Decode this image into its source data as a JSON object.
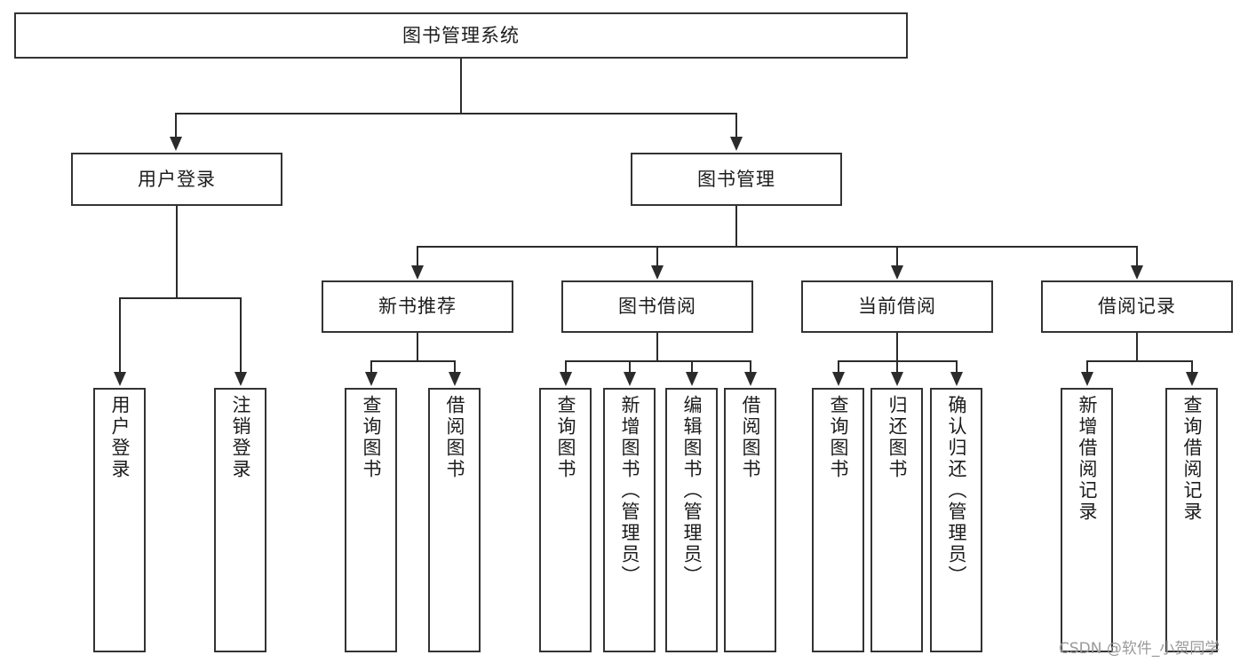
{
  "diagram": {
    "title": "图书管理系统",
    "type": "tree",
    "root": {
      "label": "图书管理系统"
    },
    "level2": [
      {
        "label": "用户登录"
      },
      {
        "label": "图书管理"
      }
    ],
    "level3": [
      {
        "label": "新书推荐"
      },
      {
        "label": "图书借阅"
      },
      {
        "label": "当前借阅"
      },
      {
        "label": "借阅记录"
      }
    ],
    "leaves": {
      "user_login": [
        {
          "label": "用户登录"
        },
        {
          "label": "注销登录"
        }
      ],
      "new_book_recommend": [
        {
          "label": "查询图书"
        },
        {
          "label": "借阅图书"
        }
      ],
      "book_borrow": [
        {
          "label": "查询图书"
        },
        {
          "label": "新增图书（管理员）"
        },
        {
          "label": "编辑图书（管理员）"
        },
        {
          "label": "借阅图书"
        }
      ],
      "current_borrow": [
        {
          "label": "查询图书"
        },
        {
          "label": "归还图书"
        },
        {
          "label": "确认归还（管理员）"
        }
      ],
      "borrow_record": [
        {
          "label": "新增借阅记录"
        },
        {
          "label": "查询借阅记录"
        }
      ]
    }
  },
  "watermark": {
    "text": "CSDN @软件_小贺同学"
  },
  "colors": {
    "box_border": "#333333",
    "box_fill": "#ffffff",
    "connector": "#2b2b2b",
    "text": "#1c1c1c",
    "watermark": "#9a9a9a",
    "background": "#ffffff"
  }
}
